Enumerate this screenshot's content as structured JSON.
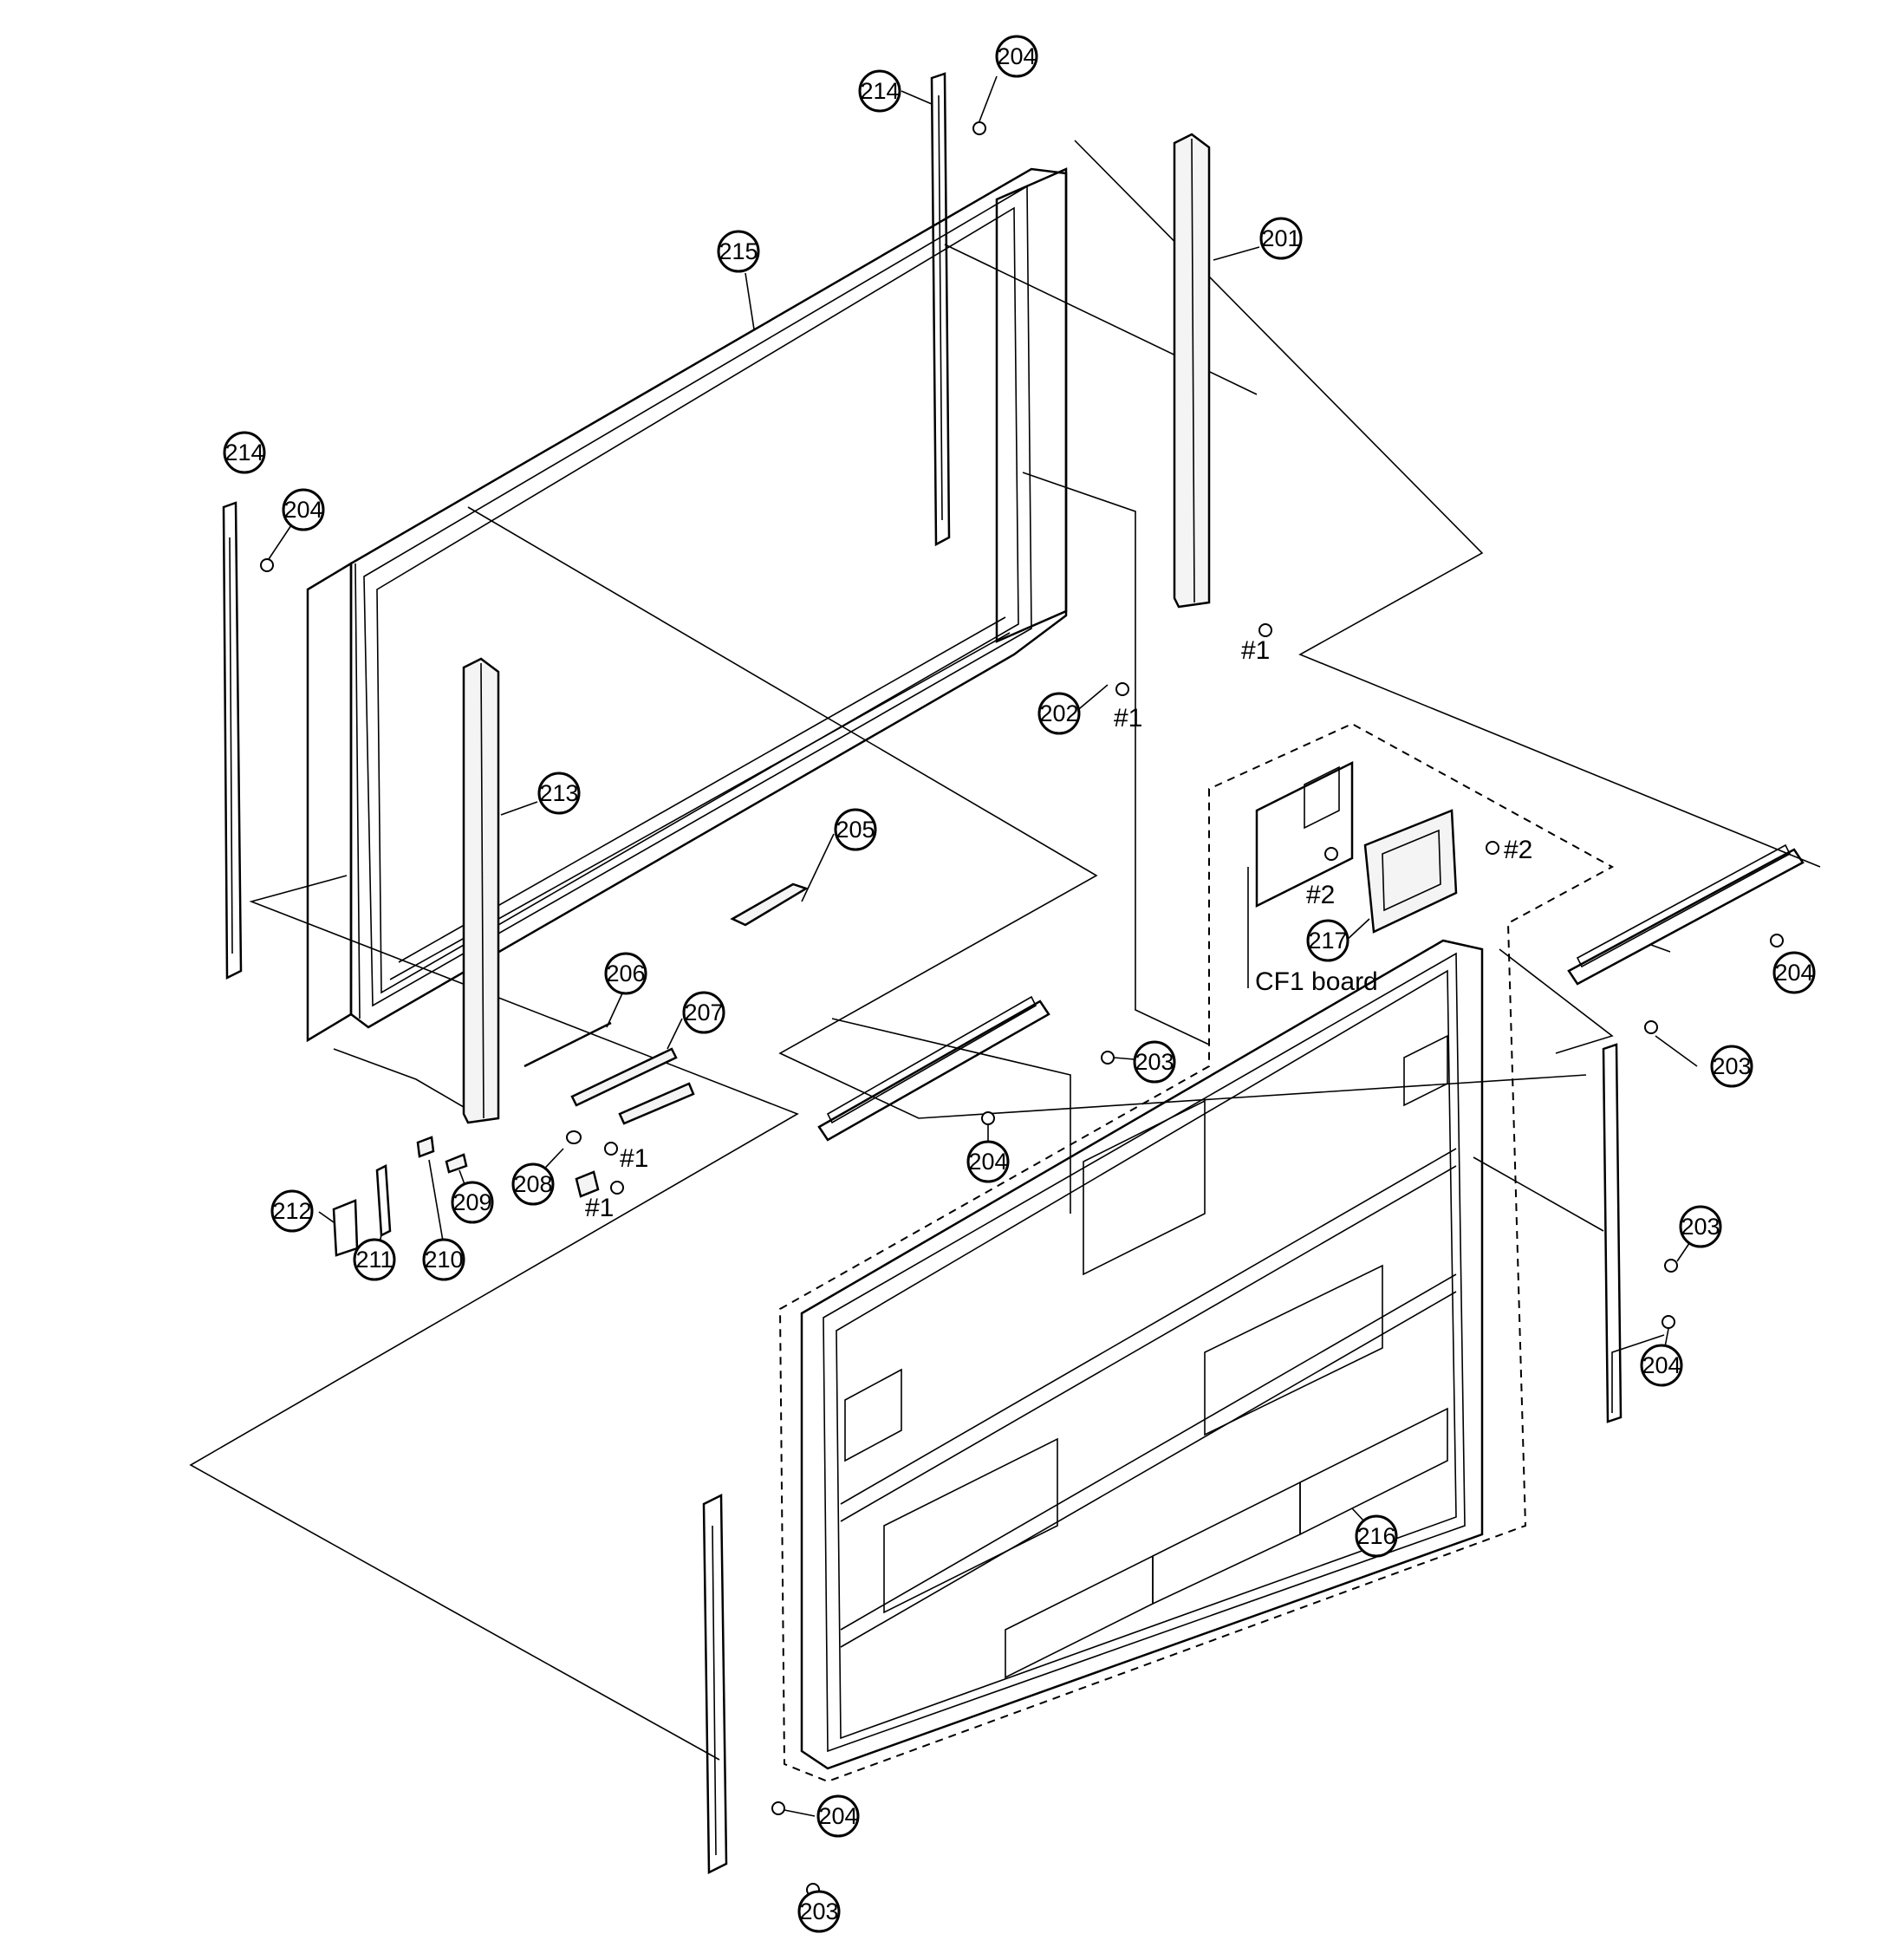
{
  "diagram": {
    "type": "exploded-parts-view",
    "callouts": [
      {
        "id": "c214a",
        "label": "214"
      },
      {
        "id": "c204a",
        "label": "204"
      },
      {
        "id": "c215",
        "label": "215"
      },
      {
        "id": "c201",
        "label": "201"
      },
      {
        "id": "c214b",
        "label": "214"
      },
      {
        "id": "c204b",
        "label": "204"
      },
      {
        "id": "c213",
        "label": "213"
      },
      {
        "id": "c202",
        "label": "202"
      },
      {
        "id": "c205",
        "label": "205"
      },
      {
        "id": "c206",
        "label": "206"
      },
      {
        "id": "c207",
        "label": "207"
      },
      {
        "id": "c208",
        "label": "208"
      },
      {
        "id": "c209",
        "label": "209"
      },
      {
        "id": "c210",
        "label": "210"
      },
      {
        "id": "c211",
        "label": "211"
      },
      {
        "id": "c212",
        "label": "212"
      },
      {
        "id": "c217",
        "label": "217"
      },
      {
        "id": "c203a",
        "label": "203"
      },
      {
        "id": "c204c",
        "label": "204"
      },
      {
        "id": "c204d",
        "label": "204"
      },
      {
        "id": "c203b",
        "label": "203"
      },
      {
        "id": "c203c",
        "label": "203"
      },
      {
        "id": "c204e",
        "label": "204"
      },
      {
        "id": "c216",
        "label": "216"
      },
      {
        "id": "c204f",
        "label": "204"
      },
      {
        "id": "c203d",
        "label": "203"
      }
    ],
    "screw_labels": [
      {
        "id": "s1a",
        "label": "#1"
      },
      {
        "id": "s1b",
        "label": "#1"
      },
      {
        "id": "s1c",
        "label": "#1"
      },
      {
        "id": "s1d",
        "label": "#1"
      },
      {
        "id": "s2a",
        "label": "#2"
      },
      {
        "id": "s2b",
        "label": "#2"
      }
    ],
    "board_label": "CF1 board"
  }
}
